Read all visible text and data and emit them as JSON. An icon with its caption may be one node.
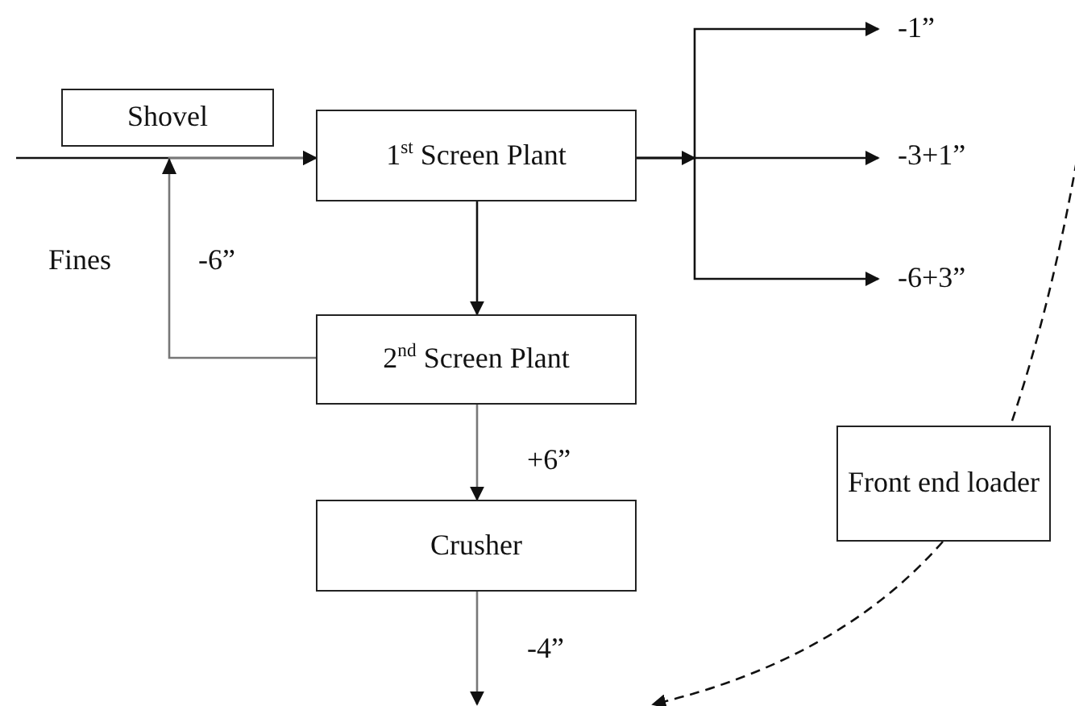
{
  "diagram": {
    "nodes": [
      {
        "text": [
          "Shovel"
        ]
      },
      {
        "text": [
          "1$^{st}$ Screen Plant"
        ]
      },
      {
        "text": [
          "2$^{nd}$ Screen Plant"
        ]
      },
      {
        "text": [
          "Crusher"
        ]
      },
      {
        "text": [
          "Front end loader"
        ]
      },
      {
        "text": [
          "-1”"
        ]
      },
      {
        "text": [
          "-3+1”"
        ]
      },
      {
        "text": [
          "-6+3”"
        ]
      }
    ],
    "edges": [
      {
        "from": null,
        "to": 1,
        "arrow": "to"
      },
      {
        "from": 2,
        "to": 1,
        "arrow": "to",
        "label": "-6”",
        "color": "#777777"
      },
      {
        "from": 1,
        "to": 2,
        "arrow": "to"
      },
      {
        "from": 2,
        "to": 3,
        "arrow": "to",
        "label": "+6”",
        "color": "#777777"
      },
      {
        "from": 3,
        "to": null,
        "arrow": "to",
        "label": "-4”",
        "color": "#777777"
      },
      {
        "from": 1,
        "to": 5,
        "arrow": "to"
      },
      {
        "from": 1,
        "to": 6,
        "arrow": "to"
      },
      {
        "from": 1,
        "to": 7,
        "arrow": "to"
      },
      {
        "from": null,
        "to": 4,
        "arrow": "none",
        "style": "dashed"
      },
      {
        "from": 4,
        "to": null,
        "arrow": "to",
        "style": "dashed"
      }
    ],
    "labels": [
      "Fines"
    ]
  }
}
